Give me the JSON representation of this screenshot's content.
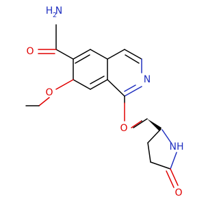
{
  "molecule": {
    "atoms": {
      "amide_n_h": "H",
      "amide_n_h2_sub": "2",
      "amide_n": "N",
      "amide_o": "O",
      "methoxy_o": "O",
      "ring_n": "N",
      "ether_o": "O",
      "lactam_nh": "NH",
      "lactam_o": "O"
    },
    "colors": {
      "carbon_bond": "#000000",
      "oxygen": "#e00000",
      "nitrogen": "#2030c0"
    }
  }
}
